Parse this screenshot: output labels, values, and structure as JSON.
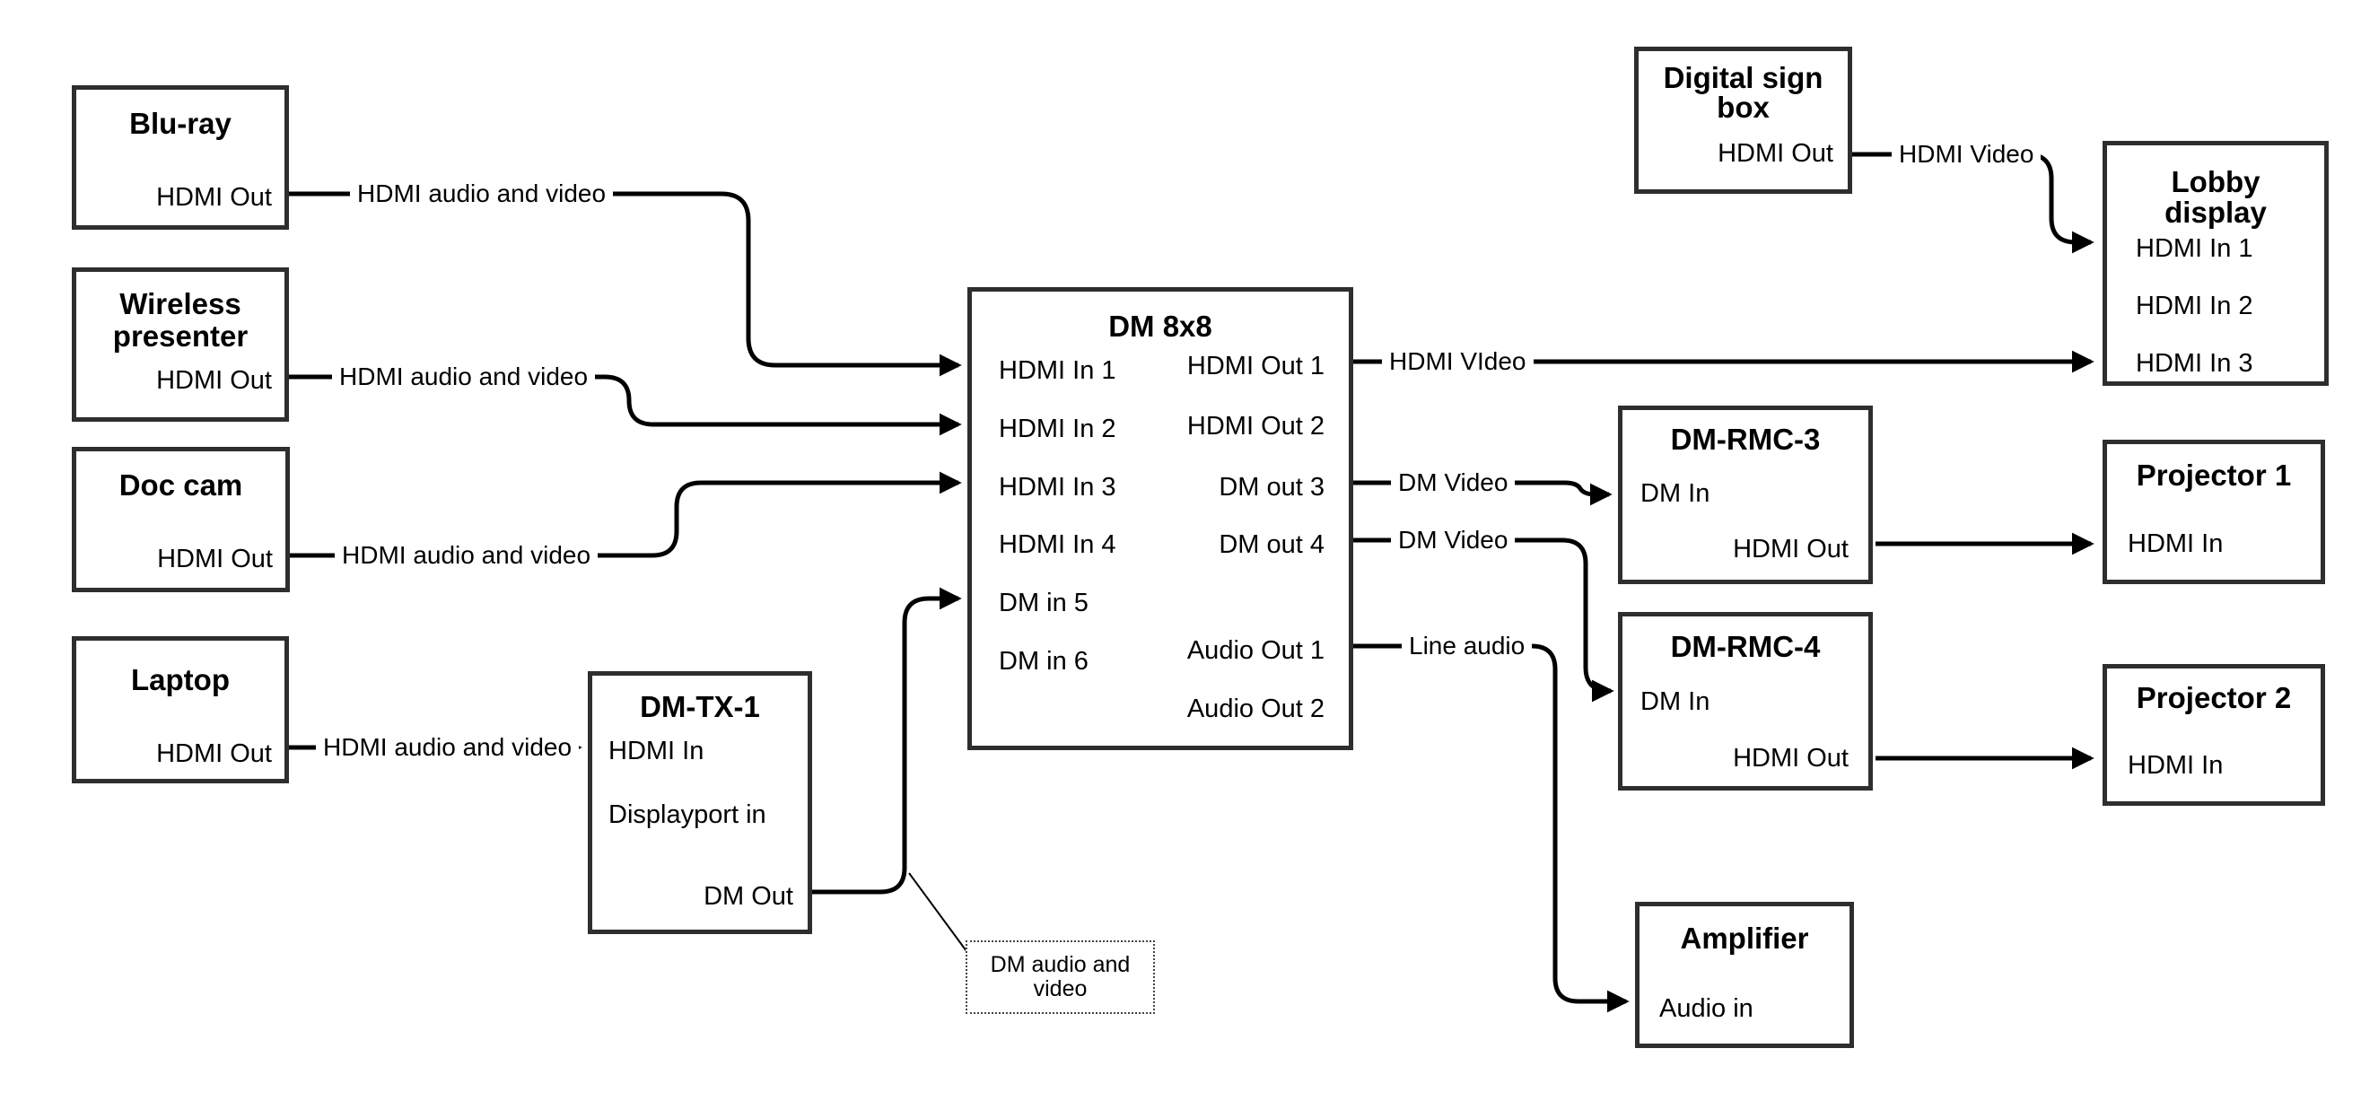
{
  "boxes": {
    "bluray": {
      "title": "Blu-ray",
      "port_hdmi_out": "HDMI Out"
    },
    "wireless": {
      "title": "Wireless presenter",
      "port_hdmi_out": "HDMI Out"
    },
    "doccam": {
      "title": "Doc cam",
      "port_hdmi_out": "HDMI Out"
    },
    "laptop": {
      "title": "Laptop",
      "port_hdmi_out": "HDMI Out"
    },
    "dmtx1": {
      "title": "DM-TX-1",
      "port_hdmi_in": "HDMI In",
      "port_dp_in": "Displayport in",
      "port_dm_out": "DM Out"
    },
    "dm8x8": {
      "title": "DM 8x8",
      "in1": "HDMI In 1",
      "in2": "HDMI In 2",
      "in3": "HDMI In 3",
      "in4": "HDMI In 4",
      "in5": "DM in 5",
      "in6": "DM in 6",
      "out1": "HDMI Out 1",
      "out2": "HDMI Out 2",
      "out3": "DM out 3",
      "out4": "DM out 4",
      "aout1": "Audio Out 1",
      "aout2": "Audio Out 2"
    },
    "signbox": {
      "title": "Digital sign box",
      "port_hdmi_out": "HDMI Out"
    },
    "lobby": {
      "title": "Lobby display",
      "in1": "HDMI In 1",
      "in2": "HDMI In 2",
      "in3": "HDMI In 3"
    },
    "dmrmc3": {
      "title": "DM-RMC-3",
      "port_dm_in": "DM In",
      "port_hdmi_out": "HDMI Out"
    },
    "proj1": {
      "title": "Projector 1",
      "port_hdmi_in": "HDMI In"
    },
    "dmrmc4": {
      "title": "DM-RMC-4",
      "port_dm_in": "DM In",
      "port_hdmi_out": "HDMI Out"
    },
    "proj2": {
      "title": "Projector 2",
      "port_hdmi_in": "HDMI In"
    },
    "amp": {
      "title": "Amplifier",
      "port_audio_in": "Audio in"
    }
  },
  "connection_labels": {
    "bluray_dm8x8": "HDMI audio and video",
    "wireless_dm8x8": "HDMI audio and video",
    "doccam_dm8x8": "HDMI audio and video",
    "laptop_dmtx1": "HDMI audio and video",
    "out1_lobby": "HDMI VIdeo",
    "signbox_lobby": "HDMI Video",
    "out3_rmc3": "DM Video",
    "out4_rmc4": "DM Video",
    "aout1_amp": "Line audio"
  },
  "callout": {
    "text": "DM audio and video"
  },
  "colors": {
    "line": "#000000",
    "box_border": "#2e2e2e",
    "background": "#ffffff",
    "text": "#000000"
  }
}
